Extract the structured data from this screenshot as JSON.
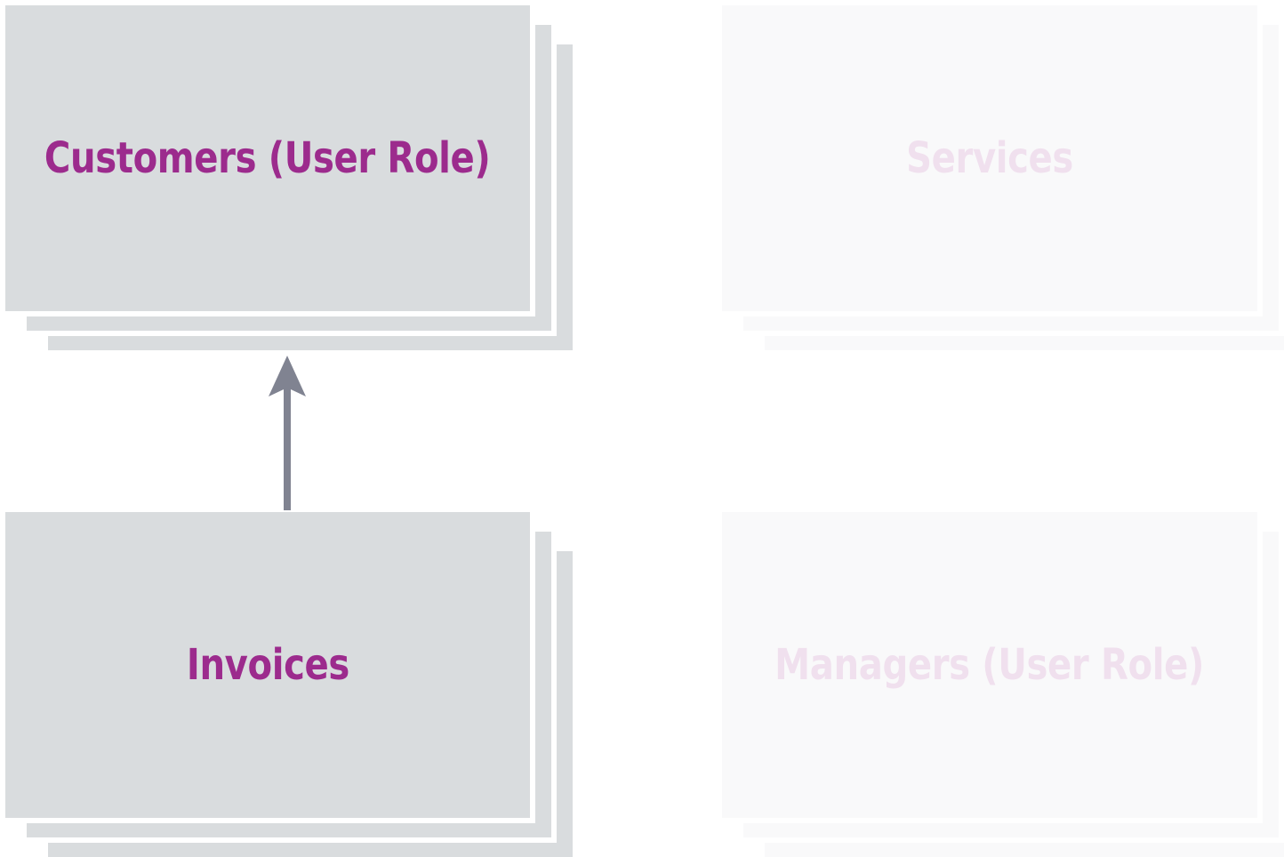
{
  "diagram": {
    "type": "entity-relationship-card-stacks",
    "background_color": "#ffffff",
    "card_fill_color": "#d9dcde",
    "card_gap_color": "#ffffff",
    "title_color": "#9c2b8d",
    "arrow_color": "#808391",
    "dimmed_opacity": "0.14",
    "stack_layer_count": 3
  },
  "entities": [
    {
      "id": "customers",
      "label": "Customers (User Role)",
      "state": "active",
      "position": "top-left"
    },
    {
      "id": "services",
      "label": "Services",
      "state": "dimmed",
      "position": "top-right"
    },
    {
      "id": "invoices",
      "label": "Invoices",
      "state": "active",
      "position": "bottom-left"
    },
    {
      "id": "managers",
      "label": "Managers (User Role)",
      "state": "dimmed",
      "position": "bottom-right"
    }
  ],
  "connectors": [
    {
      "id": "invoices-to-customers",
      "from": "invoices",
      "to": "customers",
      "direction": "up",
      "arrowhead": "end",
      "color": "#808391"
    }
  ]
}
